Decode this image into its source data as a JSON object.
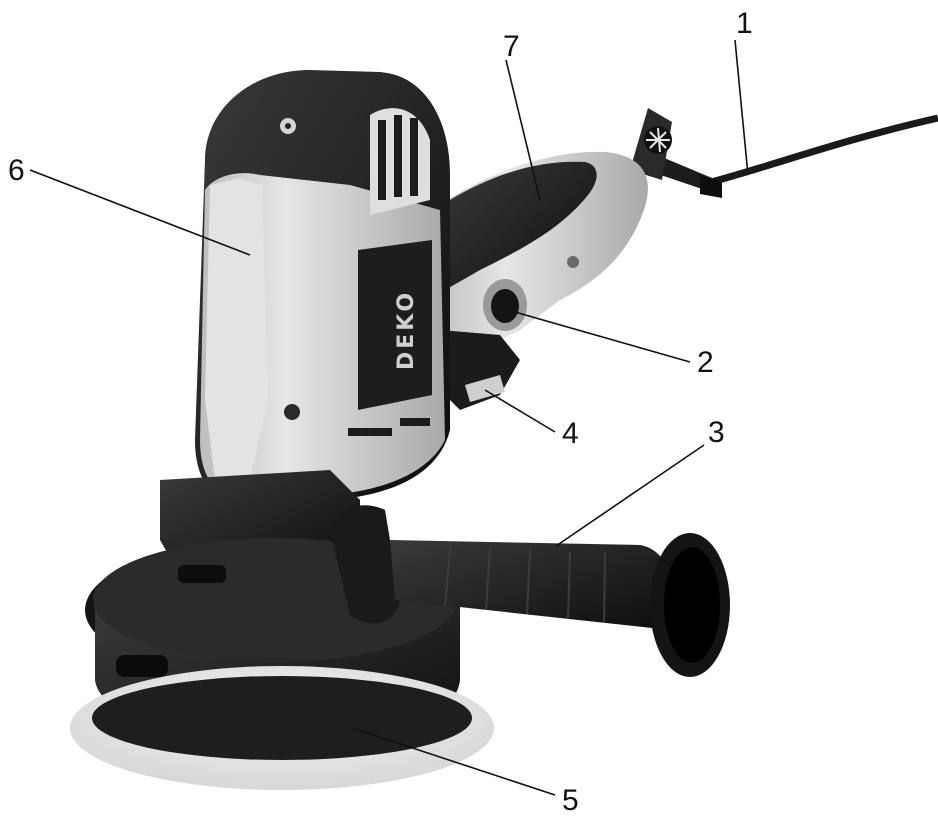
{
  "brand": "DEKO",
  "callouts": [
    {
      "id": "1",
      "label": "1"
    },
    {
      "id": "2",
      "label": "2"
    },
    {
      "id": "3",
      "label": "3"
    },
    {
      "id": "4",
      "label": "4"
    },
    {
      "id": "5",
      "label": "5"
    },
    {
      "id": "6",
      "label": "6"
    },
    {
      "id": "7",
      "label": "7"
    }
  ],
  "colors": {
    "body_light": "#d9d9d9",
    "body_dark": "#1c1c1c",
    "pad": "#ececec",
    "line": "#111111"
  }
}
